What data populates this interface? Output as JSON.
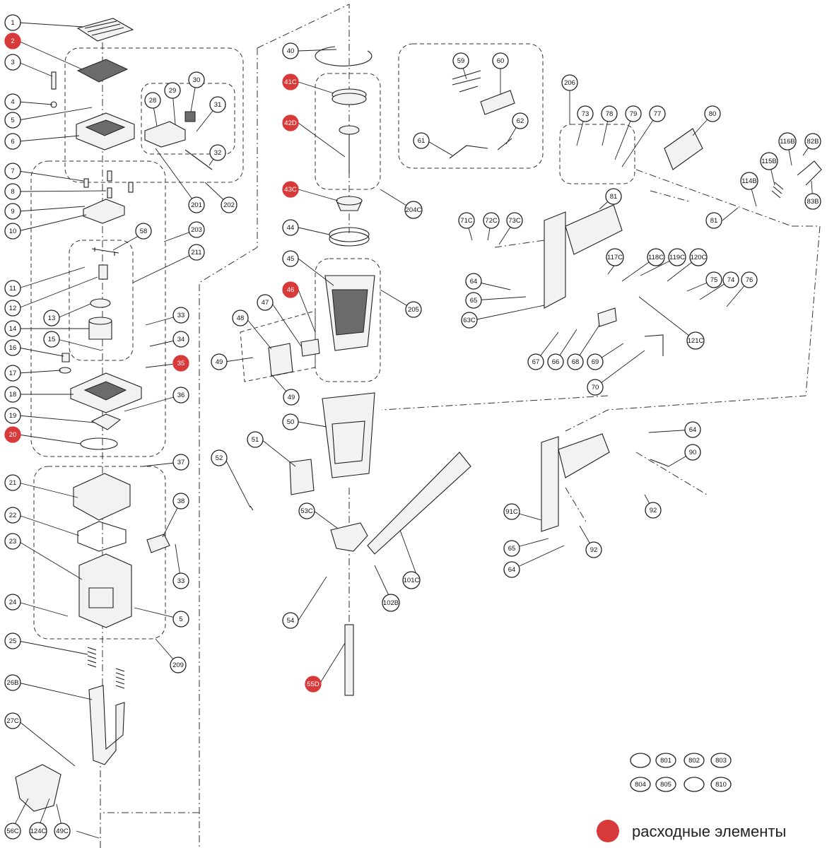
{
  "callouts": [
    {
      "label": "1",
      "consumable": false
    },
    {
      "label": "2",
      "consumable": true
    },
    {
      "label": "3",
      "consumable": false
    },
    {
      "label": "4",
      "consumable": false
    },
    {
      "label": "5",
      "consumable": false
    },
    {
      "label": "6",
      "consumable": false
    },
    {
      "label": "7",
      "consumable": false
    },
    {
      "label": "8",
      "consumable": false
    },
    {
      "label": "9",
      "consumable": false
    },
    {
      "label": "10",
      "consumable": false
    },
    {
      "label": "11",
      "consumable": false
    },
    {
      "label": "12",
      "consumable": false
    },
    {
      "label": "13",
      "consumable": false
    },
    {
      "label": "14",
      "consumable": false
    },
    {
      "label": "15",
      "consumable": false
    },
    {
      "label": "16",
      "consumable": false
    },
    {
      "label": "17",
      "consumable": false
    },
    {
      "label": "18",
      "consumable": false
    },
    {
      "label": "19",
      "consumable": false
    },
    {
      "label": "20",
      "consumable": true
    },
    {
      "label": "21",
      "consumable": false
    },
    {
      "label": "22",
      "consumable": false
    },
    {
      "label": "23",
      "consumable": false
    },
    {
      "label": "24",
      "consumable": false
    },
    {
      "label": "25",
      "consumable": false
    },
    {
      "label": "26B",
      "consumable": false
    },
    {
      "label": "27C",
      "consumable": false
    },
    {
      "label": "56C",
      "consumable": false
    },
    {
      "label": "124C",
      "consumable": false
    },
    {
      "label": "49C",
      "consumable": false
    },
    {
      "label": "28",
      "consumable": false
    },
    {
      "label": "29",
      "consumable": false
    },
    {
      "label": "30",
      "consumable": false
    },
    {
      "label": "31",
      "consumable": false
    },
    {
      "label": "32",
      "consumable": false
    },
    {
      "label": "201",
      "consumable": false
    },
    {
      "label": "202",
      "consumable": false
    },
    {
      "label": "58",
      "consumable": false
    },
    {
      "label": "203",
      "consumable": false
    },
    {
      "label": "211",
      "consumable": false
    },
    {
      "label": "33",
      "consumable": false
    },
    {
      "label": "34",
      "consumable": false
    },
    {
      "label": "35",
      "consumable": true
    },
    {
      "label": "36",
      "consumable": false
    },
    {
      "label": "37",
      "consumable": false
    },
    {
      "label": "38",
      "consumable": false
    },
    {
      "label": "33",
      "consumable": false
    },
    {
      "label": "5",
      "consumable": false
    },
    {
      "label": "209",
      "consumable": false
    },
    {
      "label": "40",
      "consumable": false
    },
    {
      "label": "41C",
      "consumable": true
    },
    {
      "label": "42D",
      "consumable": true
    },
    {
      "label": "43C",
      "consumable": true
    },
    {
      "label": "204C",
      "consumable": false
    },
    {
      "label": "44",
      "consumable": false
    },
    {
      "label": "45",
      "consumable": false
    },
    {
      "label": "46",
      "consumable": true
    },
    {
      "label": "47",
      "consumable": false
    },
    {
      "label": "48",
      "consumable": false
    },
    {
      "label": "49",
      "consumable": false
    },
    {
      "label": "49",
      "consumable": false
    },
    {
      "label": "205",
      "consumable": false
    },
    {
      "label": "50",
      "consumable": false
    },
    {
      "label": "51",
      "consumable": false
    },
    {
      "label": "52",
      "consumable": false
    },
    {
      "label": "53C",
      "consumable": false
    },
    {
      "label": "54",
      "consumable": false
    },
    {
      "label": "55D",
      "consumable": true
    },
    {
      "label": "101C",
      "consumable": false
    },
    {
      "label": "102B",
      "consumable": false
    },
    {
      "label": "59",
      "consumable": false
    },
    {
      "label": "60",
      "consumable": false
    },
    {
      "label": "61",
      "consumable": false
    },
    {
      "label": "62",
      "consumable": false
    },
    {
      "label": "206",
      "consumable": false
    },
    {
      "label": "73",
      "consumable": false
    },
    {
      "label": "78",
      "consumable": false
    },
    {
      "label": "79",
      "consumable": false
    },
    {
      "label": "77",
      "consumable": false
    },
    {
      "label": "80",
      "consumable": false
    },
    {
      "label": "81",
      "consumable": false
    },
    {
      "label": "81",
      "consumable": false
    },
    {
      "label": "116B",
      "consumable": false
    },
    {
      "label": "82B",
      "consumable": false
    },
    {
      "label": "115B",
      "consumable": false
    },
    {
      "label": "114B",
      "consumable": false
    },
    {
      "label": "83B",
      "consumable": false
    },
    {
      "label": "71C",
      "consumable": false
    },
    {
      "label": "72C",
      "consumable": false
    },
    {
      "label": "73C",
      "consumable": false
    },
    {
      "label": "117C",
      "consumable": false
    },
    {
      "label": "118C",
      "consumable": false
    },
    {
      "label": "119C",
      "consumable": false
    },
    {
      "label": "120C",
      "consumable": false
    },
    {
      "label": "64",
      "consumable": false
    },
    {
      "label": "65",
      "consumable": false
    },
    {
      "label": "63C",
      "consumable": false
    },
    {
      "label": "75",
      "consumable": false
    },
    {
      "label": "74",
      "consumable": false
    },
    {
      "label": "76",
      "consumable": false
    },
    {
      "label": "121C",
      "consumable": false
    },
    {
      "label": "67",
      "consumable": false
    },
    {
      "label": "66",
      "consumable": false
    },
    {
      "label": "68",
      "consumable": false
    },
    {
      "label": "69",
      "consumable": false
    },
    {
      "label": "70",
      "consumable": false
    },
    {
      "label": "64",
      "consumable": false
    },
    {
      "label": "90",
      "consumable": false
    },
    {
      "label": "92",
      "consumable": false
    },
    {
      "label": "91C",
      "consumable": false
    },
    {
      "label": "65",
      "consumable": false
    },
    {
      "label": "92",
      "consumable": false
    },
    {
      "label": "64",
      "consumable": false
    }
  ],
  "accessory_callouts": [
    "",
    "801",
    "802",
    "803",
    "804",
    "805",
    "",
    "810"
  ],
  "legend": {
    "text": "расходные элементы",
    "marker_color": "#d83a3a"
  },
  "colors": {
    "consumable": "#d83a3a",
    "line": "#222222"
  }
}
